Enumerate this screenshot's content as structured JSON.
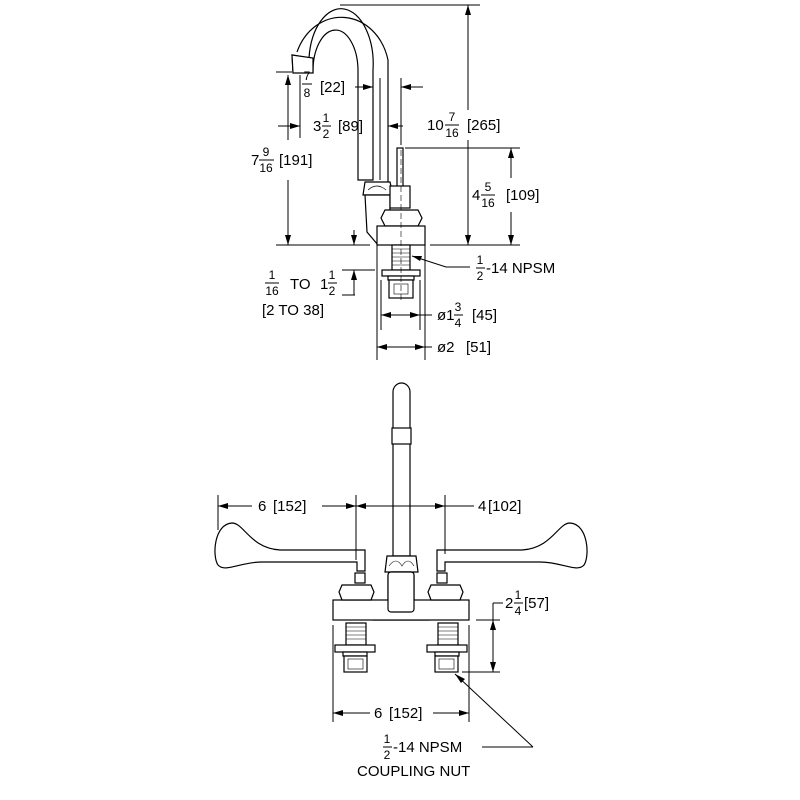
{
  "colors": {
    "line": "#000000",
    "background": "#ffffff"
  },
  "side_view": {
    "spout_opening": {
      "num": "7",
      "den": "8",
      "metric": "[22]"
    },
    "spout_reach": {
      "whole": "3",
      "num": "1",
      "den": "2",
      "metric": "[89]"
    },
    "aerator_height": {
      "whole": "7",
      "num": "9",
      "den": "16",
      "metric": "[191]"
    },
    "overall_height": {
      "whole": "10",
      "num": "7",
      "den": "16",
      "metric": "[265]"
    },
    "handle_height": {
      "whole": "4",
      "num": "5",
      "den": "16",
      "metric": "[109]"
    },
    "deck_range": {
      "num1": "1",
      "den1": "16",
      "to": "TO",
      "whole2": "1",
      "num2": "1",
      "den2": "2",
      "metric": "[2 TO 38]"
    },
    "thread": {
      "num": "1",
      "den": "2",
      "rest": "-14  NPSM"
    },
    "flange_dia": {
      "prefix": "ø1",
      "num": "3",
      "den": "4",
      "metric": "[45]"
    },
    "base_dia": {
      "label": "ø2",
      "metric": "[51]"
    }
  },
  "front_view": {
    "handle_reach": {
      "label": "6",
      "metric": "[152]"
    },
    "spout_offset": {
      "label": "4",
      "metric": "[102]"
    },
    "shank_length": {
      "whole": "2",
      "num": "1",
      "den": "4",
      "metric": "[57]"
    },
    "centers": {
      "label": "6",
      "metric": "[152]"
    },
    "coupling": {
      "num": "1",
      "den": "2",
      "rest": "-14  NPSM",
      "line2": "COUPLING  NUT"
    }
  }
}
